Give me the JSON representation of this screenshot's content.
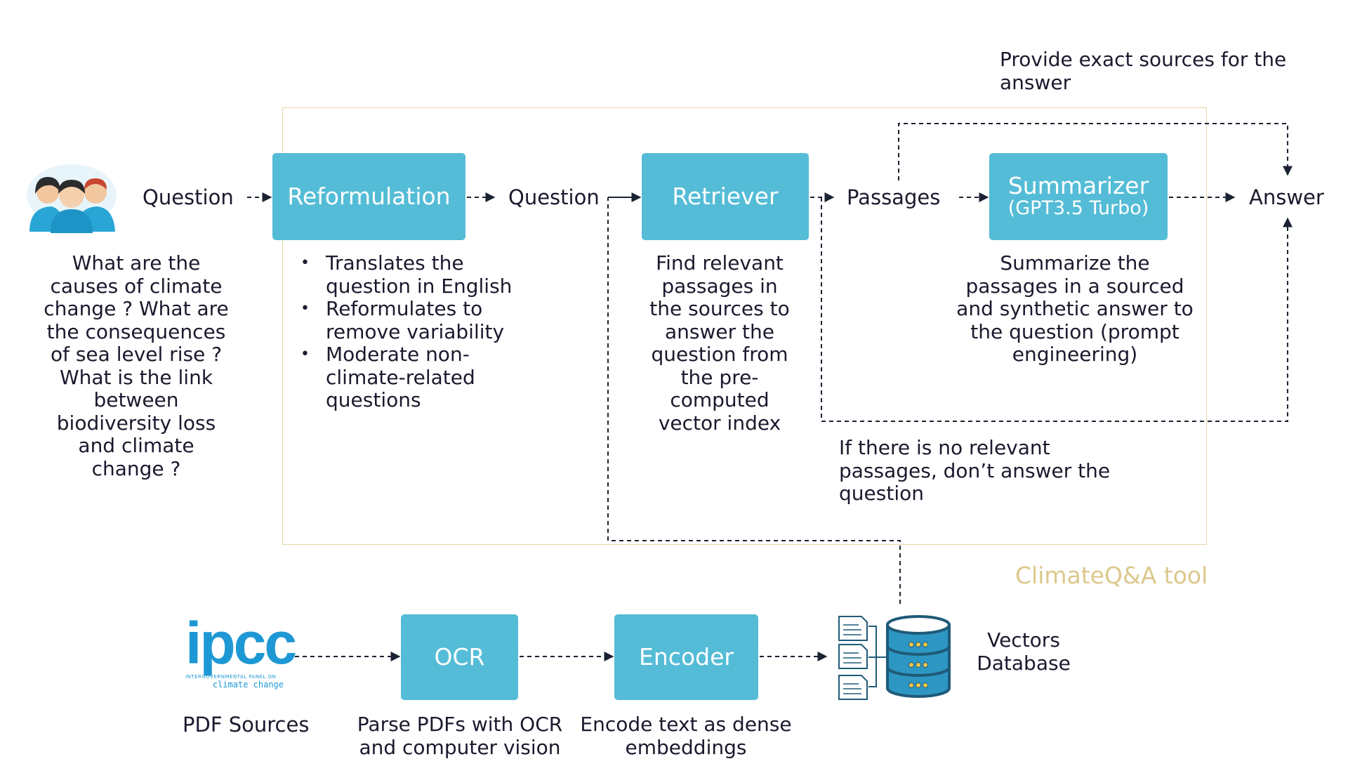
{
  "question_label_1": "Question",
  "question_label_2": "Question",
  "passages_label": "Passages",
  "answer_label": "Answer",
  "reformulation": {
    "title": "Reformulation",
    "bullets": [
      [
        "Translates the",
        "question in English"
      ],
      [
        "Reformulates to",
        "remove variability"
      ],
      [
        "Moderate non-",
        "climate-related",
        "questions"
      ]
    ]
  },
  "retriever": {
    "title": "Retriever",
    "desc": [
      "Find relevant",
      "passages in",
      "the sources to",
      "answer the",
      "question from",
      "the pre-",
      "computed",
      "vector index"
    ]
  },
  "summarizer": {
    "title": "Summarizer",
    "subtitle": "(GPT3.5 Turbo)",
    "desc": [
      "Summarize the",
      "passages in a sourced",
      "and synthetic answer to",
      "the question (prompt",
      "engineering)"
    ]
  },
  "user_question": [
    "What are the",
    "causes of climate",
    "change ? What are",
    "the consequences",
    "of sea level rise ?",
    "What is the link",
    "between",
    "biodiversity loss",
    "and climate",
    "change ?"
  ],
  "sources_note": [
    "Provide exact sources for the",
    "answer"
  ],
  "no_passages_note": [
    "If there is no relevant",
    "passages, don’t answer the",
    "question"
  ],
  "tool_label": "ClimateQ&A tool",
  "ipcc": {
    "logo_text": "ipcc",
    "logo_subtext_1": "INTERGOVERNMENTAL PANEL ON",
    "logo_subtext_2": "climate change"
  },
  "pdf_label": "PDF Sources",
  "ocr": {
    "title": "OCR",
    "desc": [
      "Parse PDFs with OCR",
      "and computer vision"
    ]
  },
  "encoder": {
    "title": "Encoder",
    "desc": [
      "Encode text as dense",
      "embeddings"
    ]
  },
  "database_label": [
    "Vectors",
    "Database"
  ],
  "colors": {
    "box": "#54BCD6",
    "frame": "#E6D7A6",
    "tool_label": "#DCC88C",
    "line": "#1A2233",
    "db_dark": "#1F5A78",
    "db_blue": "#2E96C2",
    "users": "#2AA6D6"
  }
}
